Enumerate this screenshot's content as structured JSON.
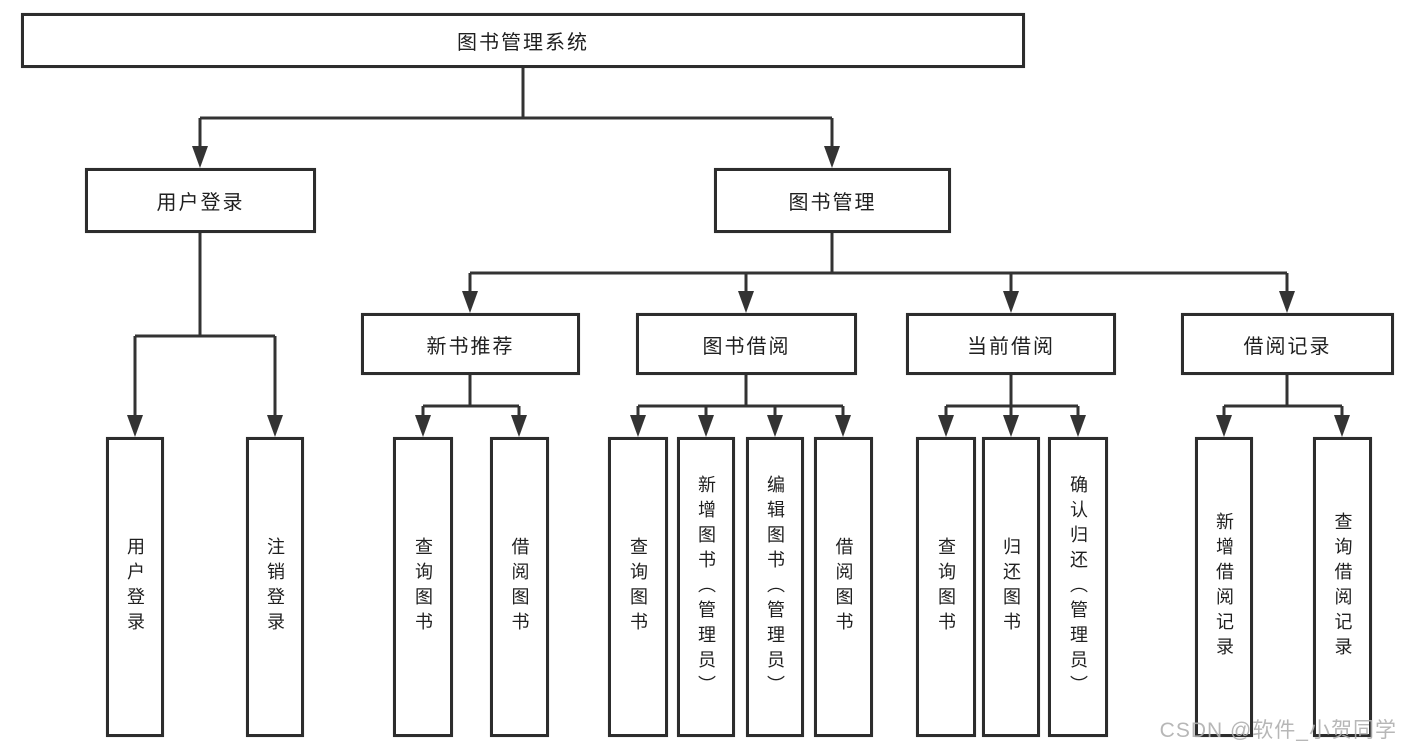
{
  "diagram": {
    "title": "图书管理系统",
    "watermark": "CSDN @软件_小贺同学",
    "line_color": "#333333",
    "box_border_color": "#2d2d2d",
    "background_color": "#ffffff",
    "nodes": {
      "root": {
        "label": "图书管理系统"
      },
      "user_login": {
        "label": "用户登录"
      },
      "book_mgmt": {
        "label": "图书管理"
      },
      "new_book_rec": {
        "label": "新书推荐"
      },
      "book_borrow": {
        "label": "图书借阅"
      },
      "current_borrow": {
        "label": "当前借阅"
      },
      "borrow_record": {
        "label": "借阅记录"
      },
      "ul_login": {
        "label": "用户登录"
      },
      "ul_logout": {
        "label": "注销登录"
      },
      "nb_query": {
        "label": "查询图书"
      },
      "nb_borrow": {
        "label": "借阅图书"
      },
      "bb_query": {
        "label": "查询图书"
      },
      "bb_add": {
        "label": "新增图书（管理员）"
      },
      "bb_edit": {
        "label": "编辑图书（管理员）"
      },
      "bb_borrow": {
        "label": "借阅图书"
      },
      "cb_query": {
        "label": "查询图书"
      },
      "cb_return": {
        "label": "归还图书"
      },
      "cb_confirm": {
        "label": "确认归还（管理员）"
      },
      "br_add": {
        "label": "新增借阅记录"
      },
      "br_query": {
        "label": "查询借阅记录"
      }
    },
    "hierarchy": {
      "root": "图书管理系统",
      "children": [
        {
          "name": "用户登录",
          "children": [
            "用户登录",
            "注销登录"
          ]
        },
        {
          "name": "图书管理",
          "children": [
            {
              "name": "新书推荐",
              "children": [
                "查询图书",
                "借阅图书"
              ]
            },
            {
              "name": "图书借阅",
              "children": [
                "查询图书",
                "新增图书（管理员）",
                "编辑图书（管理员）",
                "借阅图书"
              ]
            },
            {
              "name": "当前借阅",
              "children": [
                "查询图书",
                "归还图书",
                "确认归还（管理员）"
              ]
            },
            {
              "name": "借阅记录",
              "children": [
                "新增借阅记录",
                "查询借阅记录"
              ]
            }
          ]
        }
      ]
    }
  }
}
